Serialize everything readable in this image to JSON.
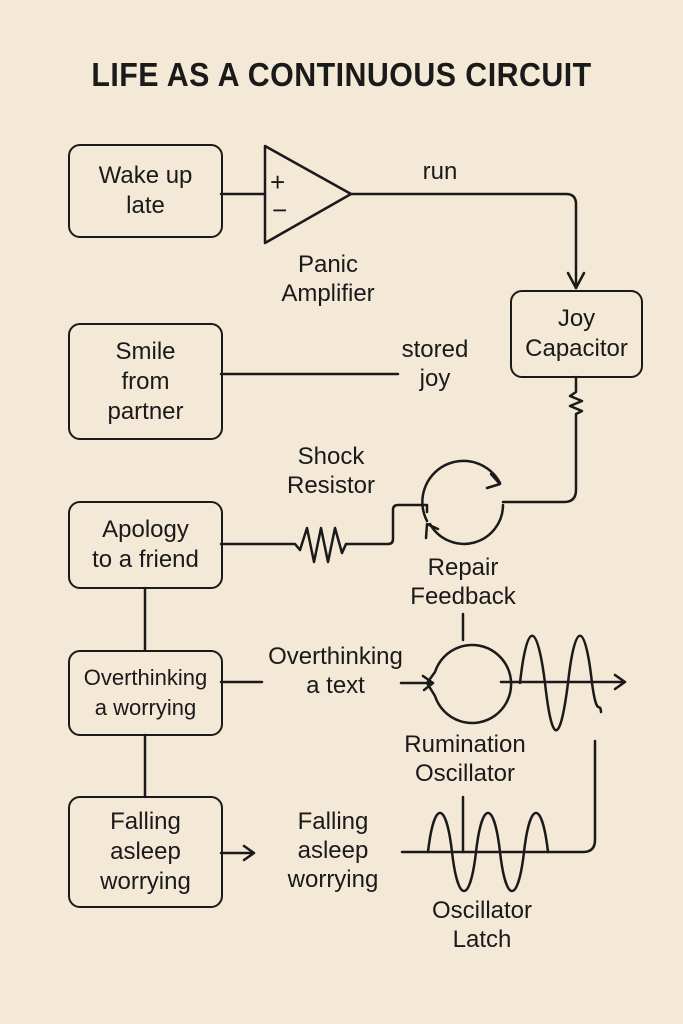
{
  "title": "LIFE AS A CONTINUOUS CIRCUIT",
  "colors": {
    "background": "#f4e8d6",
    "ink": "#1a1a1a"
  },
  "boxes": {
    "wake_up": "Wake up\nlate",
    "smile": "Smile\nfrom\npartner",
    "apology": "Apology\nto a friend",
    "overthinking": "Overthinking\na worrying",
    "falling_asleep": "Falling\nasleep\nworrying",
    "joy_capacitor": "Joy\nCapacitor"
  },
  "labels": {
    "panic_amplifier": "Panic\nAmplifier",
    "run": "run",
    "stored_joy": "stored\njoy",
    "shock_resistor": "Shock\nResistor",
    "repair_feedback": "Repair\nFeedback",
    "overthinking_text": "Overthinking\na text",
    "rumination_oscillator": "Rumination\nOscillator",
    "falling_asleep_label": "Falling\nasleep\nworrying",
    "oscillator_latch": "Oscillator\nLatch"
  },
  "symbols": {
    "amp_plus": "+",
    "amp_minus": "−"
  }
}
